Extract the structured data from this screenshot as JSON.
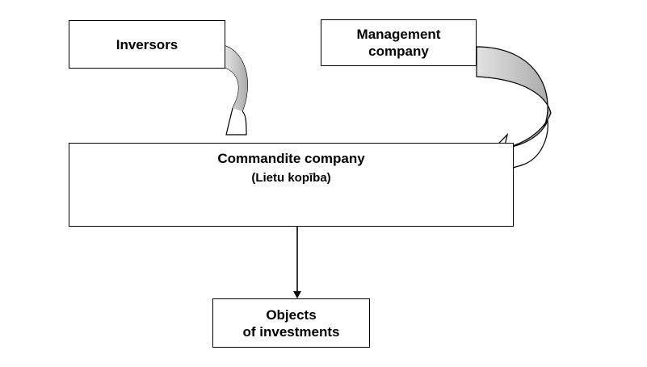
{
  "diagram": {
    "nodes": {
      "inversors": {
        "label": "Inversors"
      },
      "management": {
        "line1": "Management",
        "line2": "company"
      },
      "commandite": {
        "title": "Commandite company",
        "subtitle": "(Lietu kopība)"
      },
      "objects": {
        "line1": "Objects",
        "line2": "of investments"
      }
    },
    "edges": [
      {
        "from": "inversors",
        "to": "commandite",
        "style": "curved-arrow"
      },
      {
        "from": "management",
        "to": "commandite",
        "style": "curved-arrow"
      },
      {
        "from": "commandite",
        "to": "objects",
        "style": "straight-arrow"
      }
    ],
    "colors": {
      "arrow_fill": "#c8c8c8",
      "line": "#000000"
    }
  }
}
